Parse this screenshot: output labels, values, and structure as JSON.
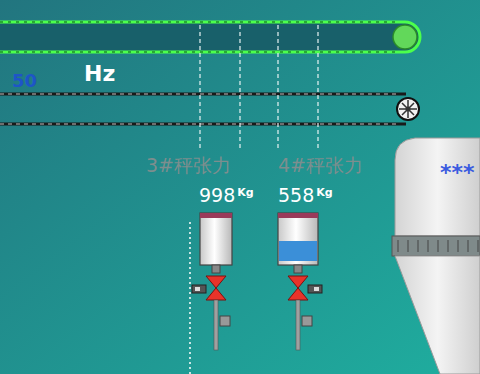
{
  "diagram": {
    "labels": [
      "50",
      "Hz",
      "3#秤张力",
      "4#秤张力",
      "998",
      "Kg",
      "558",
      "Kg",
      "***"
    ]
  }
}
